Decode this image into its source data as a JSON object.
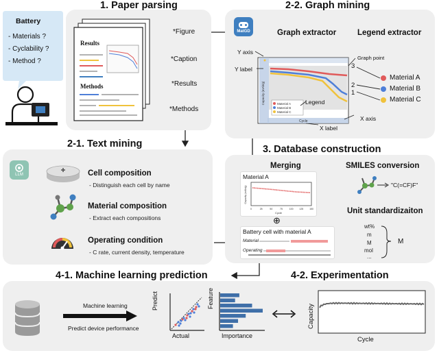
{
  "question": {
    "title": "Battery",
    "items": [
      "- Materials ?",
      "- Cyclability ?",
      "- Method ?"
    ]
  },
  "paper_parsing": {
    "title": "1. Paper parsing",
    "doc_headings": [
      "Results",
      "Methods"
    ],
    "tags": [
      "*Figure",
      "*Caption",
      "*Results",
      "*Methods"
    ]
  },
  "graph_mining": {
    "title": "2-2. Graph mining",
    "badge": "MatGD",
    "graph_extractor": "Graph extractor",
    "legend_extractor": "Legend extractor",
    "y_axis": "Y axis",
    "y_label": "Y label",
    "legend": "Legend",
    "x_label": "X label",
    "x_axis": "X axis",
    "graph_point": "Graph point",
    "plot_ylabel": "Capacity (mAh/g)",
    "plot_xlabel": "Cycle",
    "plot_legend": [
      "Material A",
      "Material B",
      "Material C"
    ],
    "numbers": [
      "3",
      "2",
      "1"
    ],
    "materials": [
      {
        "name": "Material A",
        "color": "#e05a5a"
      },
      {
        "name": "Material B",
        "color": "#4e7fd8"
      },
      {
        "name": "Material C",
        "color": "#f0c23c"
      }
    ]
  },
  "text_mining": {
    "title": "2-1. Text mining",
    "llm_label": "LLM",
    "items": [
      {
        "title": "Cell composition",
        "desc": "- Distinguish each cell by name"
      },
      {
        "title": "Material composition",
        "desc": "- Extract each compositions"
      },
      {
        "title": "Operating condition",
        "desc": "- C rate, current density, temperature"
      }
    ]
  },
  "database": {
    "title": "3. Database construction",
    "merging": "Merging",
    "material_a": "Material A",
    "mini_ylabel": "Capacity (mAh/g)",
    "mini_xlabel": "Cycle",
    "mini_ticks": [
      "0",
      "25",
      "50",
      "75",
      "100",
      "125",
      "150"
    ],
    "plus": "⊕",
    "battery_cell": "Battery cell with material A",
    "material_row": "Material",
    "operating_row": "Operating",
    "smiles_title": "SMILES conversion",
    "smiles": "\"C(=CF)F\"",
    "unit_title": "Unit standardizaiton",
    "units": [
      "wt%",
      "m",
      "M",
      "mol",
      "..."
    ],
    "unit_result": "M"
  },
  "ml": {
    "title": "4-1. Machine learning prediction",
    "ml_label": "Machine learning",
    "predict_label": "Predict device performance",
    "predict_axis": "Predict",
    "actual_axis": "Actual",
    "feature_axis": "Feature",
    "importance_axis": "Importance",
    "feature_importance": [
      0.45,
      0.35,
      0.75,
      1.0,
      0.6,
      0.42,
      0.3
    ]
  },
  "experimentation": {
    "title": "4-2. Experimentation",
    "y_label": "Capacity",
    "x_label": "Cycle"
  },
  "colors": {
    "panel": "#efefef",
    "accent_blue": "#3f7fc0",
    "red": "#e05a5a",
    "blue": "#4e7fd8",
    "yellow": "#f0c23c"
  }
}
